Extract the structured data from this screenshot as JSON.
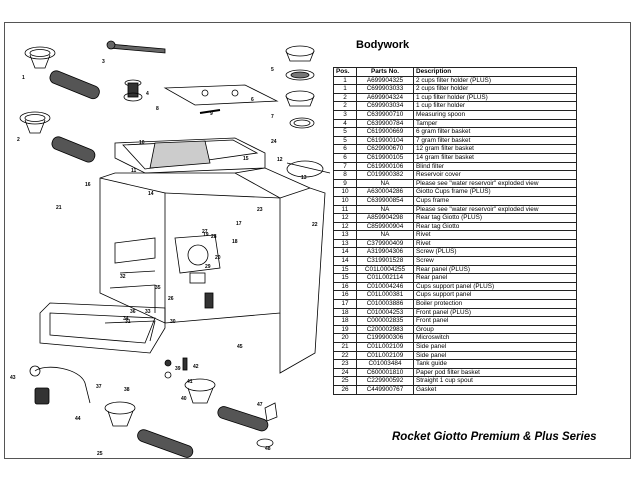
{
  "section_title": "Bodywork",
  "footer_title": "Rocket Giotto Premium & Plus Series",
  "table": {
    "headers": [
      "Pos.",
      "Parts No.",
      "Description"
    ],
    "rows": [
      [
        "1",
        "A699904325",
        "2 cups filter holder (PLUS)"
      ],
      [
        "1",
        "C699903033",
        "2 cups filter holder"
      ],
      [
        "2",
        "A699904324",
        "1 cup filter holder (PLUS)"
      ],
      [
        "2",
        "C699903034",
        "1 cup filter holder"
      ],
      [
        "3",
        "C639900710",
        "Measuring spoon"
      ],
      [
        "4",
        "C639900784",
        "Tamper"
      ],
      [
        "5",
        "C619900669",
        "6 gram filter basket"
      ],
      [
        "5",
        "C619900104",
        "7 gram filter basket"
      ],
      [
        "6",
        "C629900670",
        "12 gram filter basket"
      ],
      [
        "6",
        "C619900105",
        "14 gram filter basket"
      ],
      [
        "7",
        "C619900106",
        "Blind filter"
      ],
      [
        "8",
        "C019900382",
        "Reservoir cover"
      ],
      [
        "9",
        "NA",
        "Please see \"water reservoir\" exploded view"
      ],
      [
        "10",
        "A630004286",
        "Giotto Cups frame (PLUS)"
      ],
      [
        "10",
        "C639900854",
        "Cups frame"
      ],
      [
        "11",
        "NA",
        "Please see \"water reservoir\" exploded view"
      ],
      [
        "12",
        "A859904298",
        "Rear tag Giotto (PLUS)"
      ],
      [
        "12",
        "C859900904",
        "Rear tag Giotto"
      ],
      [
        "13",
        "NA",
        "Rivet"
      ],
      [
        "13",
        "C379900409",
        "Rivet"
      ],
      [
        "14",
        "A319904306",
        "Screw (PLUS)"
      ],
      [
        "14",
        "C319901528",
        "Screw"
      ],
      [
        "15",
        "C01L0004255",
        "Rear panel (PLUS)"
      ],
      [
        "15",
        "C01L002114",
        "Rear panel"
      ],
      [
        "16",
        "C010004246",
        "Cups support panel (PLUS)"
      ],
      [
        "16",
        "C01L000381",
        "Cups support panel"
      ],
      [
        "17",
        "C010003886",
        "Boiler protection"
      ],
      [
        "18",
        "C010004253",
        "Front panel (PLUS)"
      ],
      [
        "18",
        "C000002835",
        "Front panel"
      ],
      [
        "19",
        "C200002983",
        "Group"
      ],
      [
        "20",
        "C199900306",
        "Microswitch"
      ],
      [
        "21",
        "C01L002109",
        "Side panel"
      ],
      [
        "22",
        "C01L002109",
        "Side panel"
      ],
      [
        "23",
        "C01003484",
        "Tank guide"
      ],
      [
        "24",
        "C600001810",
        "Paper pod filter basket"
      ],
      [
        "25",
        "C229900592",
        "Straight 1 cup spout"
      ],
      [
        "26",
        "C449900767",
        "Gasket"
      ]
    ]
  },
  "callouts": [
    "1",
    "2",
    "3",
    "4",
    "5",
    "6",
    "7",
    "8",
    "9",
    "10",
    "11",
    "12",
    "13",
    "14",
    "15",
    "16",
    "17",
    "18",
    "19",
    "20",
    "21",
    "22",
    "23",
    "24",
    "25",
    "26",
    "27",
    "28",
    "29",
    "30",
    "31",
    "32",
    "33",
    "34",
    "35",
    "36",
    "37",
    "38",
    "39",
    "40",
    "41",
    "42",
    "43",
    "44",
    "45",
    "46",
    "47",
    "48"
  ]
}
